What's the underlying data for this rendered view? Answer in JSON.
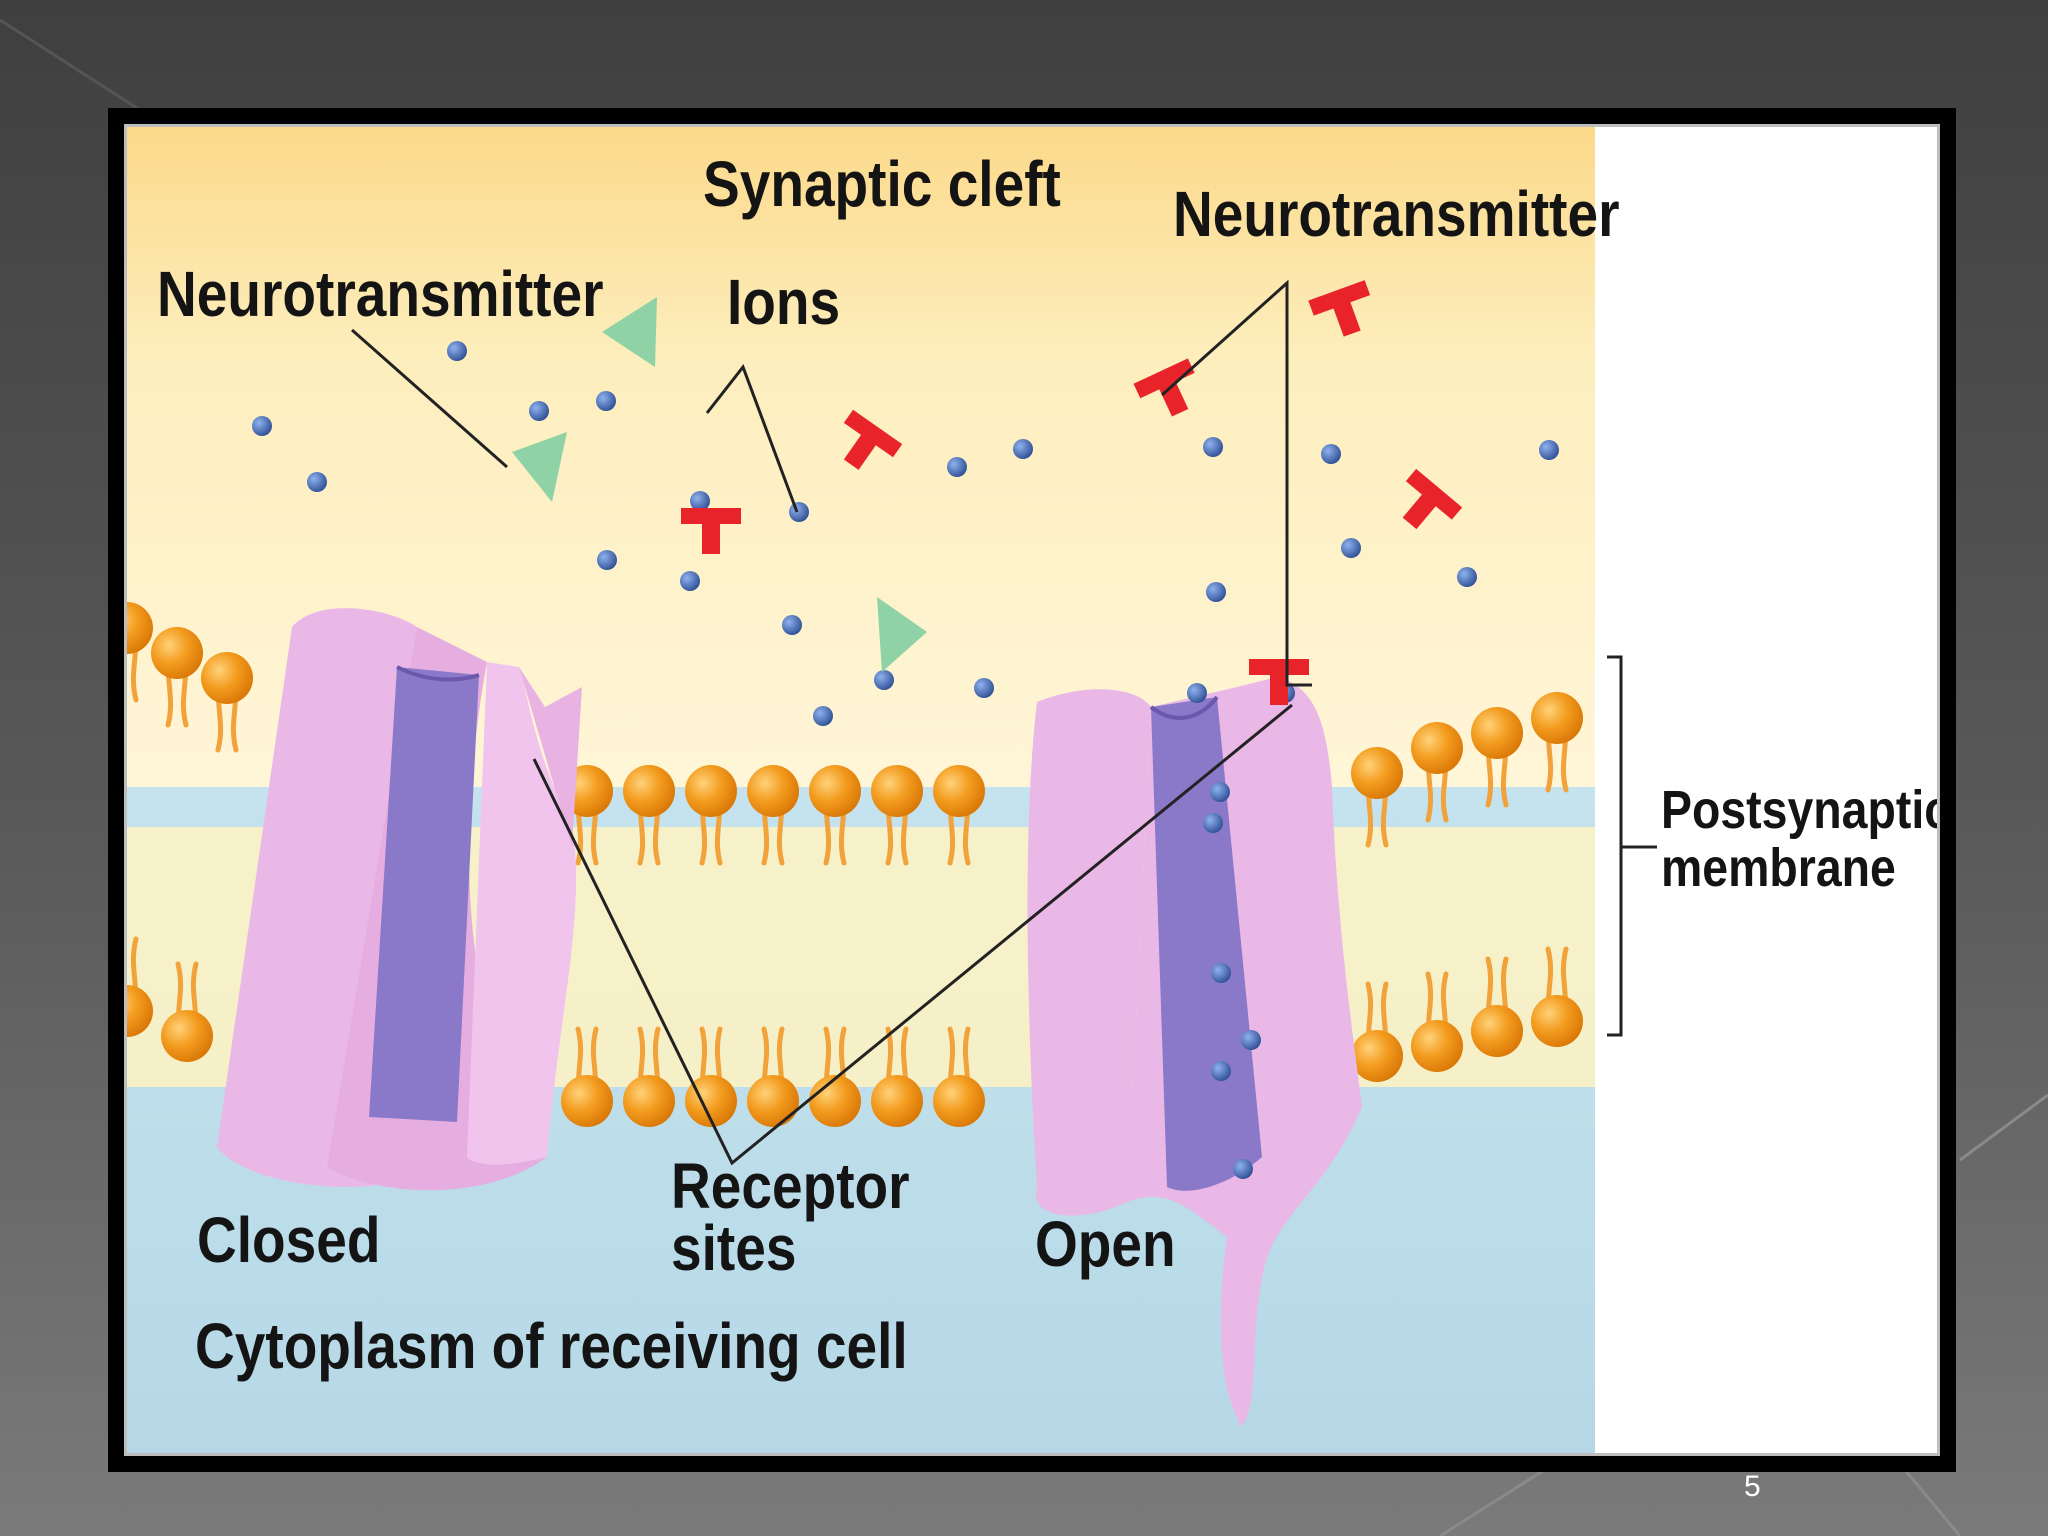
{
  "labels": {
    "synaptic_cleft": "Synaptic cleft",
    "neurotransmitter_left": "Neurotransmitter",
    "ions": "Ions",
    "neurotransmitter_right": "Neurotransmitter",
    "postsynaptic_line1": "Postsynaptic",
    "postsynaptic_line2": "membrane",
    "receptor_line1": "Receptor",
    "receptor_line2": "sites",
    "closed": "Closed",
    "open": "Open",
    "cytoplasm": "Cytoplasm of receiving cell"
  },
  "slide": {
    "page_number": "5"
  },
  "colors": {
    "cleft": "#fde7a8",
    "cytoplasm": "#bcdde8",
    "lipid_head": "#f39c1f",
    "lipid_tail": "#f2a23a",
    "channel": "#eab8e6",
    "channel_pore": "#8a78c9",
    "ion": "#3f62a8",
    "neurotransmitter_triangle": "#8ed2a6",
    "neurotransmitter_t": "#e8242a"
  },
  "icons": [
    "ion-dot",
    "neurotransmitter-triangle-icon",
    "neurotransmitter-t-icon",
    "ion-channel-closed",
    "ion-channel-open"
  ]
}
